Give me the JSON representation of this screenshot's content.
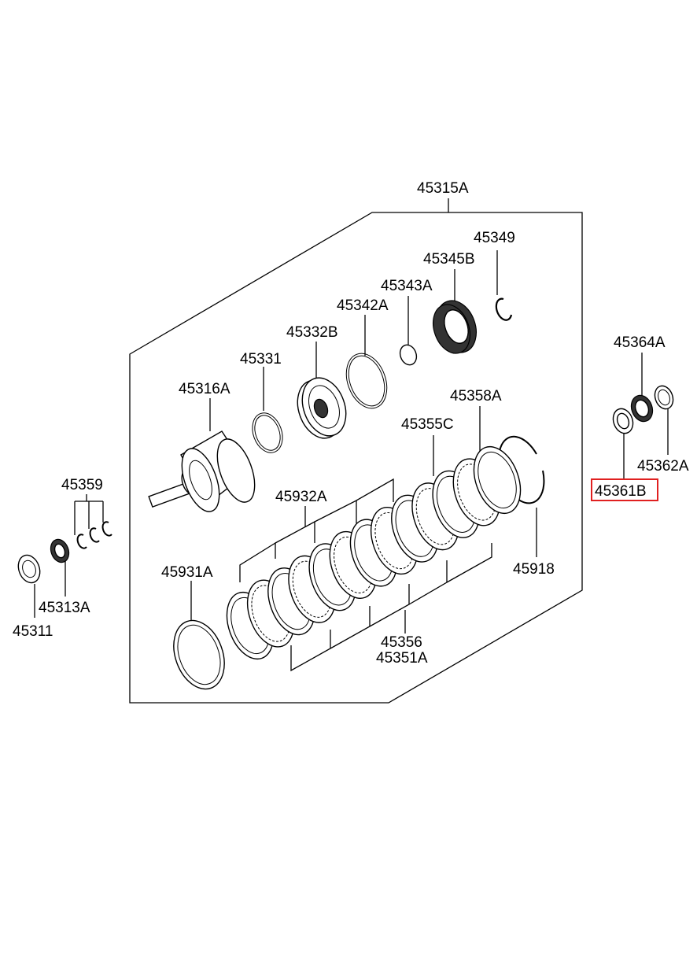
{
  "diagram": {
    "highlight_color": "#e02020",
    "labels": {
      "p45315A": "45315A",
      "p45349": "45349",
      "p45345B": "45345B",
      "p45343A": "45343A",
      "p45342A": "45342A",
      "p45332B": "45332B",
      "p45331": "45331",
      "p45316A": "45316A",
      "p45358A": "45358A",
      "p45355C": "45355C",
      "p45932A": "45932A",
      "p45918": "45918",
      "p45931A": "45931A",
      "p45356": "45356",
      "p45351A": "45351A",
      "p45359": "45359",
      "p45313A": "45313A",
      "p45311": "45311",
      "p45364A": "45364A",
      "p45362A": "45362A",
      "p45361B": "45361B"
    }
  }
}
